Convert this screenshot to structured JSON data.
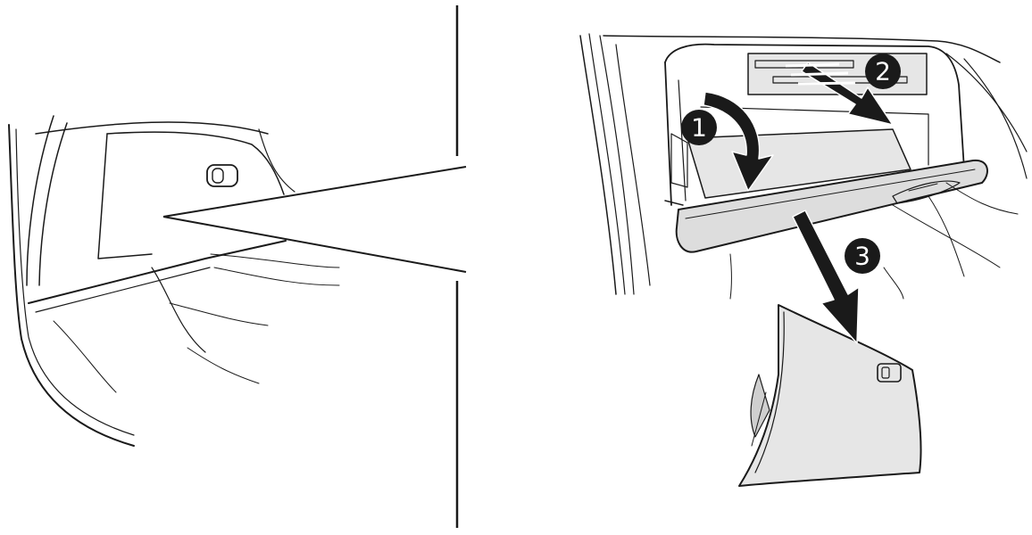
{
  "colors": {
    "line": "#1a1a1a",
    "panel_fill": "#e6e6e6",
    "panel_shadow": "#cfcfcf",
    "arrow_fill": "#1a1a1a",
    "badge_fill": "#1a1a1a",
    "badge_text": "#ffffff"
  },
  "steps": [
    {
      "number": "1"
    },
    {
      "number": "2"
    },
    {
      "number": "3"
    }
  ],
  "icons": {
    "handle": "glovebox-handle-icon",
    "arrow": "arrow-icon"
  }
}
